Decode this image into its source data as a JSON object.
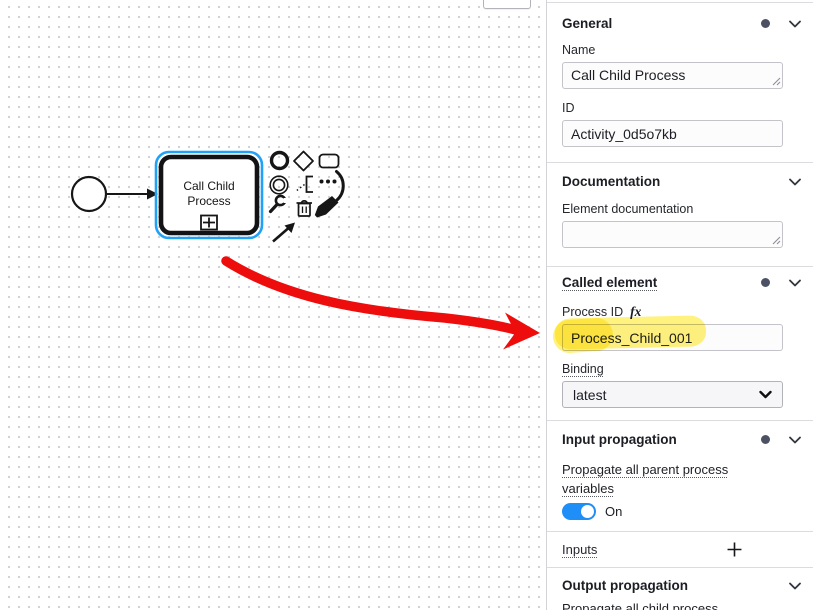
{
  "colors": {
    "selection_blue": "#21a2f7",
    "toggle_blue": "#1f8ef7",
    "annotation_red": "#ee0d0d",
    "highlight_yellow": "#ffe500"
  },
  "canvas": {
    "task": {
      "label_line1": "Call Child",
      "label_line2": "Process"
    },
    "context_pad_icons": [
      "end-event-icon",
      "gateway-icon",
      "task-icon",
      "intermediate-event-icon",
      "text-annotation-icon",
      "comment-dots-icon",
      "comment-bubble-icon",
      "wrench-icon",
      "trash-icon",
      "paintbrush-icon",
      "connect-arrow-icon"
    ]
  },
  "panel": {
    "general": {
      "title": "General",
      "name_label": "Name",
      "name_value": "Call Child Process",
      "id_label": "ID",
      "id_value": "Activity_0d5o7kb"
    },
    "documentation": {
      "title": "Documentation",
      "doc_label": "Element documentation",
      "doc_value": ""
    },
    "called_element": {
      "title": "Called element",
      "process_id_label": "Process ID",
      "fx": "fx",
      "process_id_value": "Process_Child_001",
      "binding_label": "Binding",
      "binding_value": "latest"
    },
    "input_propagation": {
      "title": "Input propagation",
      "propagate_label": "Propagate all parent process variables",
      "toggle_label": "On"
    },
    "inputs": {
      "title": "Inputs"
    },
    "output_propagation": {
      "title": "Output propagation",
      "propagate_label": "Propagate all child process variables"
    }
  }
}
